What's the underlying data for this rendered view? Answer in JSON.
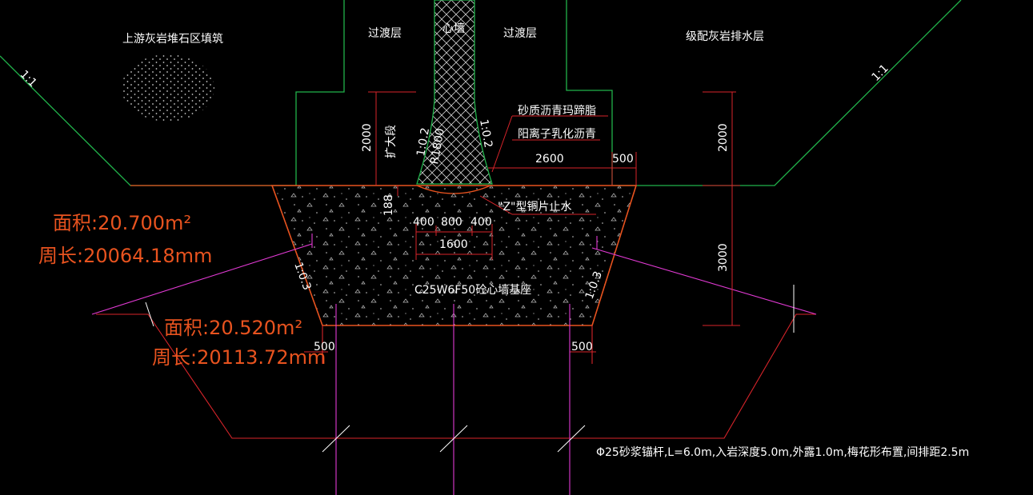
{
  "labels": {
    "upstream_fill": "上游灰岩堆石区填筑",
    "transition_left": "过渡层",
    "core_wall": "心墙",
    "transition_right": "过渡层",
    "drain_layer": "级配灰岩排水层",
    "slope_left": "1:1",
    "slope_right": "1:1",
    "asphalt_mastic": "砂质沥青玛蹄脂",
    "cationic_asphalt": "阳离子乳化沥青",
    "expansion_section": "扩大段",
    "slope_core_left": "1:0.2",
    "slope_core_right": "1:0.2",
    "radius": "R1800",
    "copper_waterstop": "\"Z\"型铜片止水",
    "base_name": "C25W6F50砼心墙基座",
    "slope_base_left": "1:0.3",
    "slope_base_right": "1:0.3",
    "anchor_note": "Φ25砂浆锚杆,L=6.0m,入岩深度5.0m,外露1.0m,梅花形布置,间排距2.5m"
  },
  "dimensions": {
    "d2000_left": "2000",
    "d2000_right": "2000",
    "d2600": "2600",
    "d500_top": "500",
    "d188": "188",
    "d400_left": "400",
    "d800": "800",
    "d400_right": "400",
    "d1600": "1600",
    "d3000": "3000",
    "d500_bottom_left": "500",
    "d500_bottom_right": "500"
  },
  "measurements": {
    "area1": "面积:20.700m²",
    "perimeter1": "周长:20064.18mm",
    "area2": "面积:20.520m²",
    "perimeter2": "周长:20113.72mm"
  },
  "colors": {
    "background": "#000000",
    "green": "#21b34b",
    "orange": "#e8531f",
    "red": "#d7242a",
    "magenta": "#e23ad4",
    "white": "#ffffff"
  }
}
